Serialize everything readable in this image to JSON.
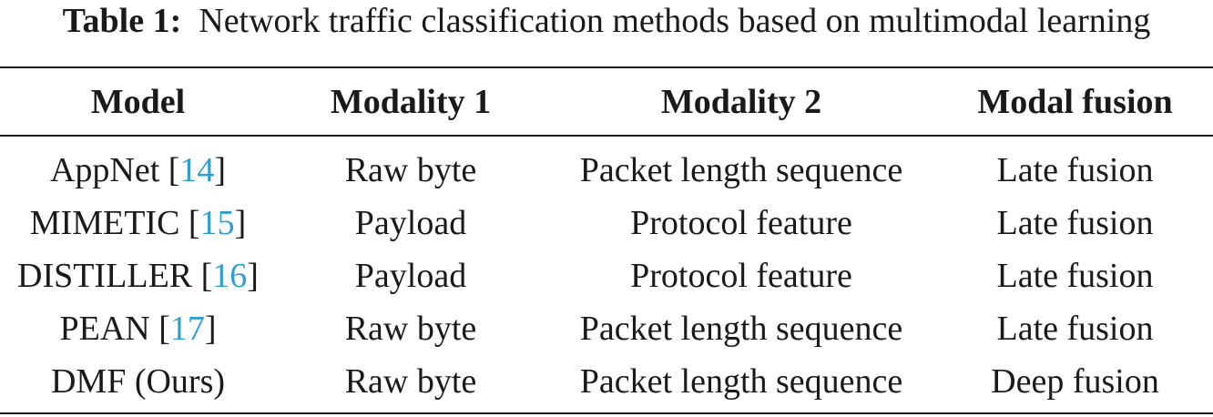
{
  "caption": {
    "label": "Table 1:",
    "text": "Network traffic classification methods based on multimodal learning"
  },
  "table": {
    "headers": [
      "Model",
      "Modality 1",
      "Modality 2",
      "Modal fusion"
    ],
    "rows": [
      {
        "model": "AppNet",
        "ref": "14",
        "modality1": "Raw byte",
        "modality2": "Packet length sequence",
        "fusion": "Late fusion"
      },
      {
        "model": "MIMETIC",
        "ref": "15",
        "modality1": "Payload",
        "modality2": "Protocol feature",
        "fusion": "Late fusion"
      },
      {
        "model": "DISTILLER",
        "ref": "16",
        "modality1": "Payload",
        "modality2": "Protocol feature",
        "fusion": "Late fusion"
      },
      {
        "model": "PEAN",
        "ref": "17",
        "modality1": "Raw byte",
        "modality2": "Packet length sequence",
        "fusion": "Late fusion"
      },
      {
        "model": "DMF (Ours)",
        "ref": "",
        "modality1": "Raw byte",
        "modality2": "Packet length sequence",
        "fusion": "Deep fusion"
      }
    ]
  },
  "colors": {
    "citation": "#2f9fd0",
    "text": "#1a1a1a"
  }
}
